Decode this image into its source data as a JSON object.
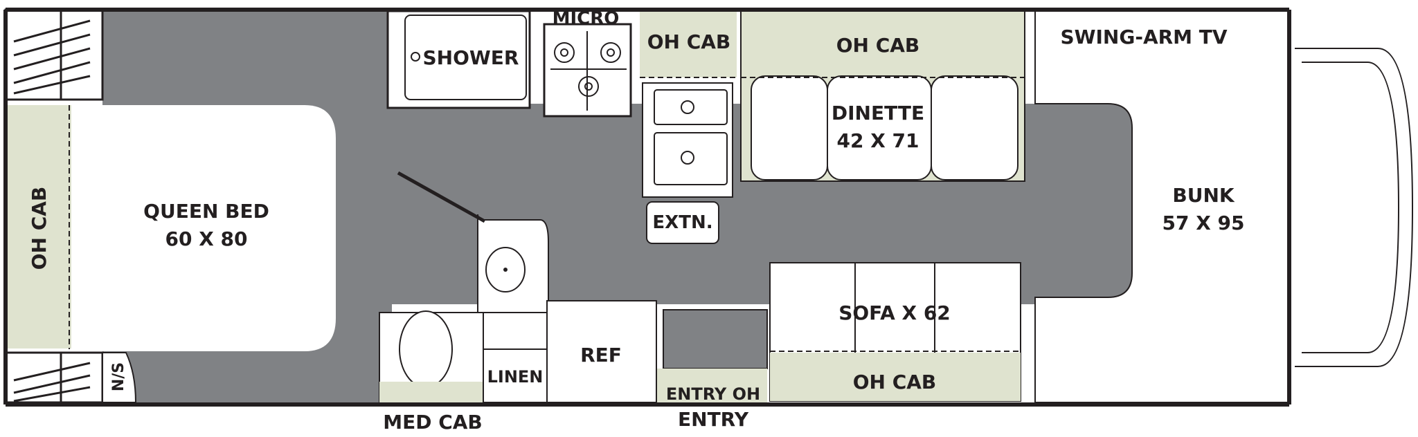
{
  "floorplan": {
    "labels": {
      "micro": "MICRO",
      "shower": "SHOWER",
      "oh_cab_kitchen": "OH CAB",
      "oh_cab_dinette": "OH CAB",
      "swing_arm_tv": "SWING-ARM TV",
      "dinette": "DINETTE",
      "dinette_size": "42 X 71",
      "extn": "EXTN.",
      "bunk": "BUNK",
      "bunk_size": "57 X 95",
      "queen_bed": "QUEEN BED",
      "queen_bed_size": "60 X 80",
      "oh_cab_rear": "OH CAB",
      "ns": "N/S",
      "sofa": "SOFA X 62",
      "oh_cab_sofa": "OH CAB",
      "ref": "REF",
      "linen": "LINEN",
      "entry_oh": "ENTRY OH",
      "entry": "ENTRY",
      "med_cab": "MED CAB"
    },
    "colors": {
      "floor": "#808285",
      "cabinet": "#dfe3cf",
      "wall": "#231f20",
      "fixture": "#ffffff"
    }
  }
}
